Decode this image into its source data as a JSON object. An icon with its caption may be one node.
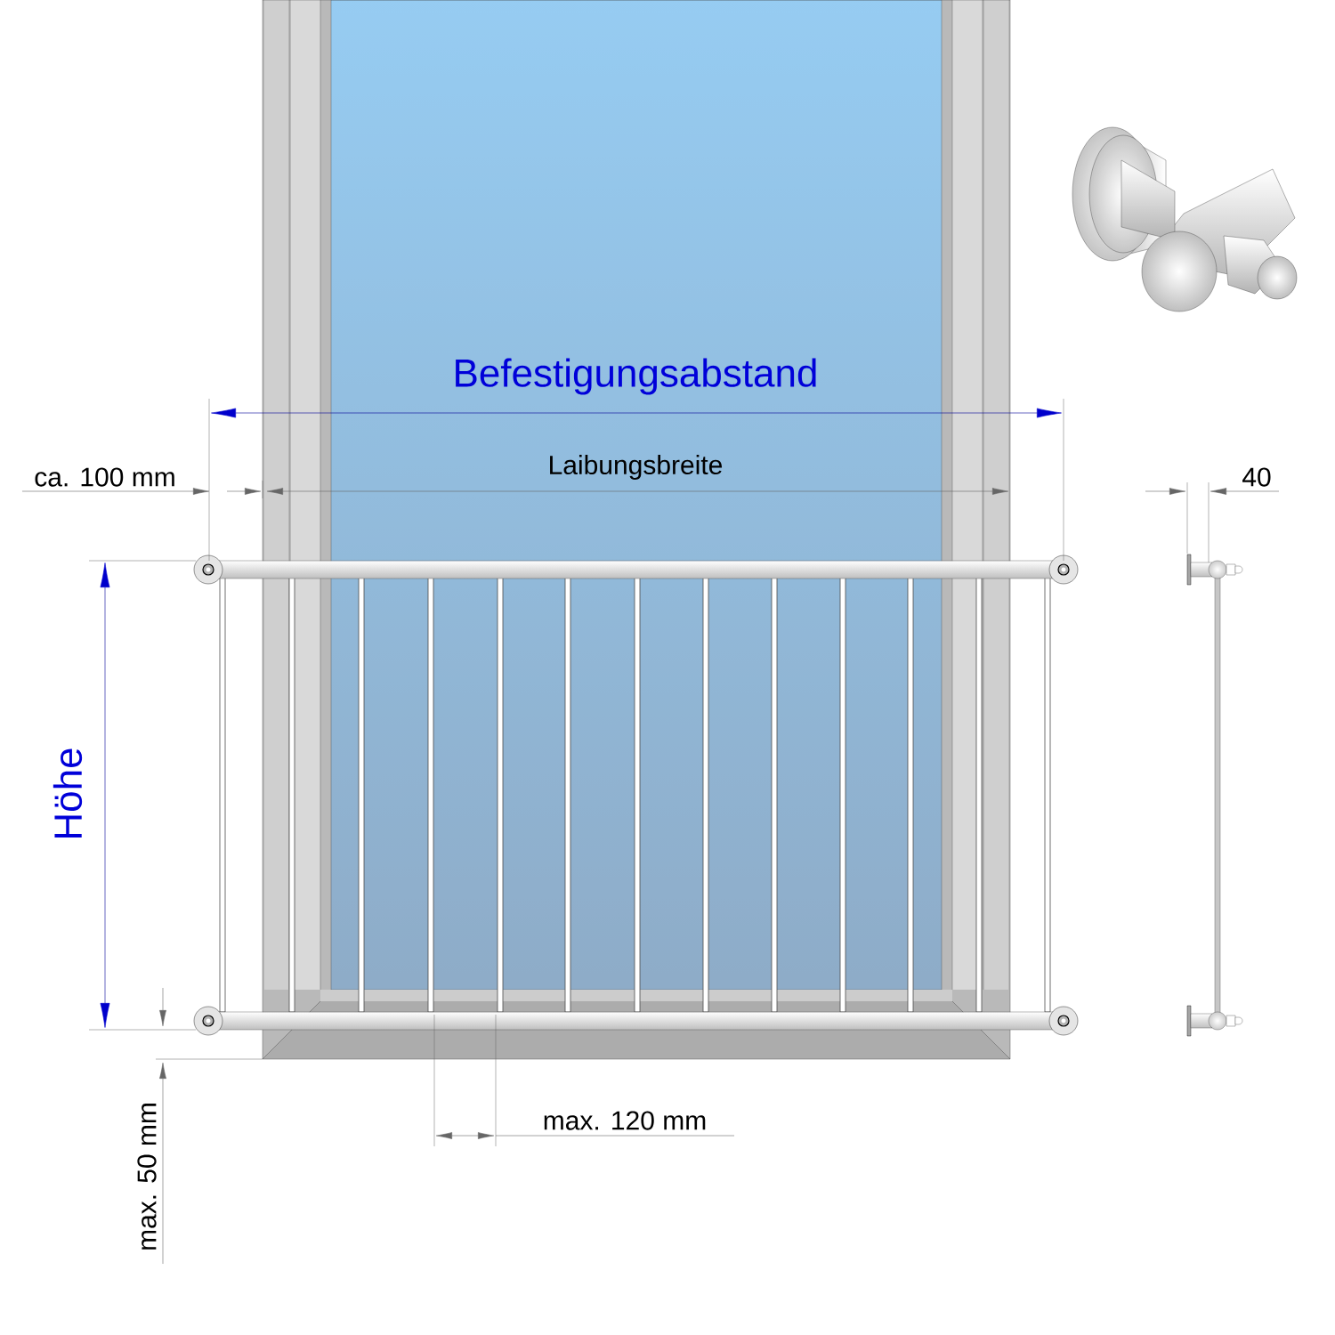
{
  "diagram": {
    "labels": [
      "Befestigungsabstand",
      "Laibungsbreite",
      "ca. 100 mm",
      "40",
      "Höhe",
      "max. 120 mm",
      "max. 50 mm"
    ]
  }
}
